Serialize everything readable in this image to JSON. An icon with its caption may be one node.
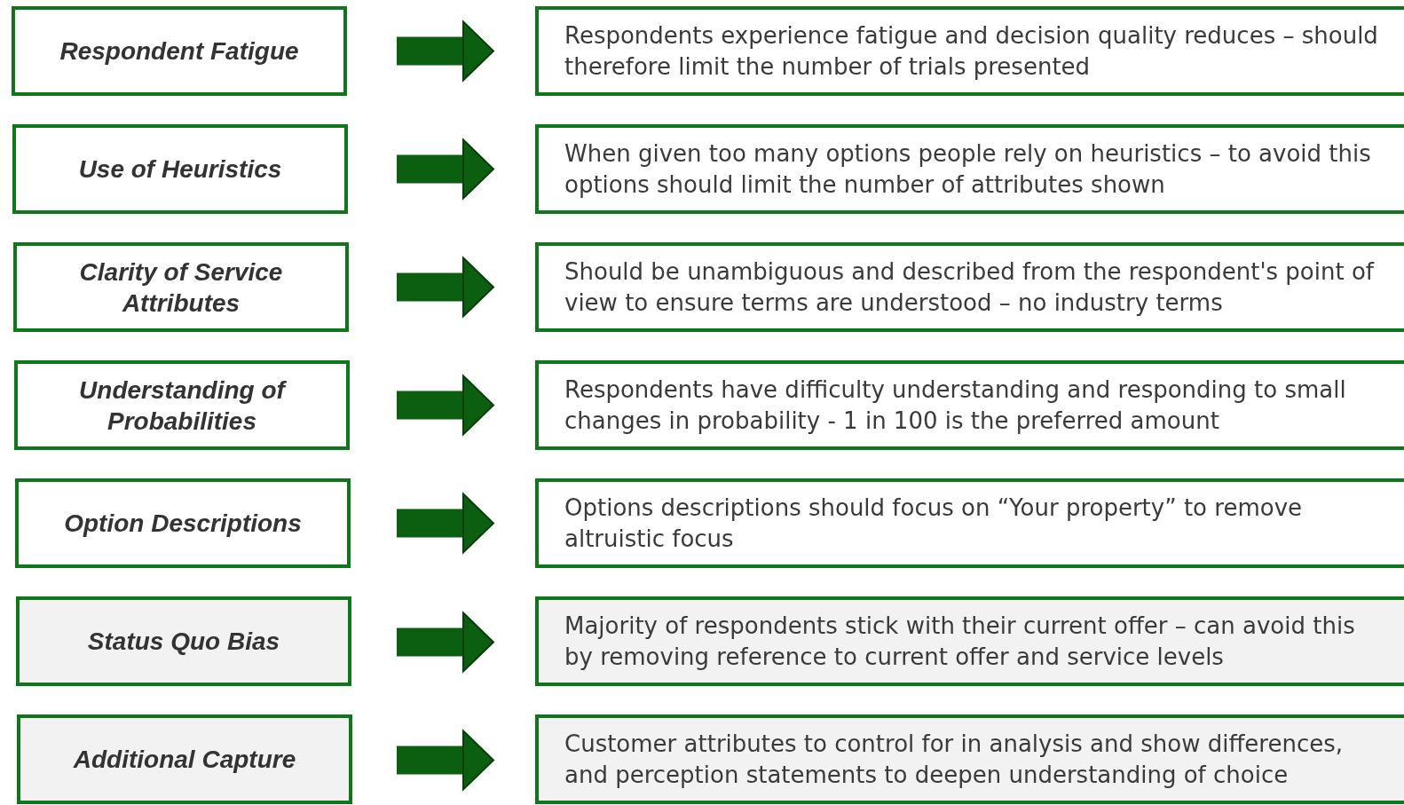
{
  "diagram": {
    "nodes": [
      {
        "text": [
          "Respondent Fatigue"
        ]
      },
      {
        "text": [
          "Respondents experience fatigue and decision quality reduces – should therefore limit the number of trials presented"
        ]
      },
      {
        "text": [
          "Use of Heuristics"
        ]
      },
      {
        "text": [
          "When given too many options people rely on heuristics – to avoid this options should limit the number of attributes shown"
        ]
      },
      {
        "text": [
          "Clarity of Service Attributes"
        ]
      },
      {
        "text": [
          "Should be unambiguous and described from the respondent's point of view to ensure terms are understood – no industry terms"
        ]
      },
      {
        "text": [
          "Understanding of Probabilities"
        ]
      },
      {
        "text": [
          "Respondents have difficulty  understanding and responding to small changes in probability - 1 in 100 is the preferred amount"
        ]
      },
      {
        "text": [
          "Option Descriptions"
        ]
      },
      {
        "text": [
          "Options descriptions should focus on “Your property” to remove altruistic focus"
        ]
      },
      {
        "text": [
          "Status Quo Bias"
        ]
      },
      {
        "text": [
          "Majority of respondents stick with their current offer – can avoid this by removing reference to current offer and service levels"
        ]
      },
      {
        "text": [
          "Additional Capture"
        ]
      },
      {
        "text": [
          "Customer attributes to control for in analysis and show differences, and perception statements to deepen understanding of choice"
        ]
      }
    ],
    "edges": [
      {
        "from": 0,
        "to": 1,
        "arrow": "to"
      },
      {
        "from": 2,
        "to": 3,
        "arrow": "to"
      },
      {
        "from": 4,
        "to": 5,
        "arrow": "to"
      },
      {
        "from": 6,
        "to": 7,
        "arrow": "to"
      },
      {
        "from": 8,
        "to": 9,
        "arrow": "to"
      },
      {
        "from": 10,
        "to": 11,
        "arrow": "to"
      },
      {
        "from": 12,
        "to": 13,
        "arrow": "to"
      }
    ]
  }
}
